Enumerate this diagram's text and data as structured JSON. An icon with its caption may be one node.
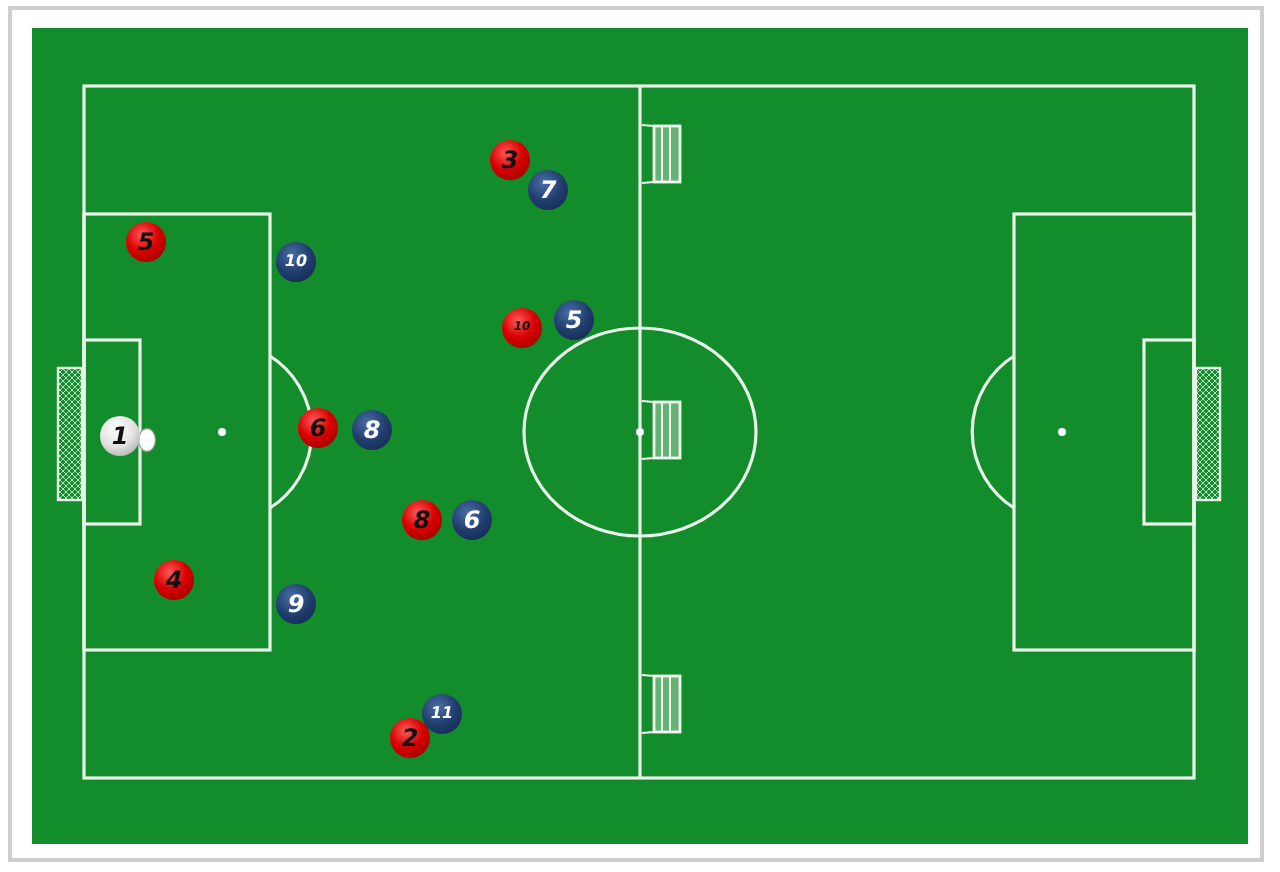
{
  "diagram": {
    "nodes": [
      {
        "text": [
          "3"
        ]
      },
      {
        "text": [
          "7"
        ]
      },
      {
        "text": [
          "5"
        ]
      },
      {
        "text": [
          "10"
        ]
      },
      {
        "text": [
          "10"
        ]
      },
      {
        "text": [
          "5"
        ]
      },
      {
        "text": [
          "1"
        ]
      },
      {
        "text": [
          "6"
        ]
      },
      {
        "text": [
          "8"
        ]
      },
      {
        "text": [
          "8"
        ]
      },
      {
        "text": [
          "6"
        ]
      },
      {
        "text": [
          "4"
        ]
      },
      {
        "text": [
          "9"
        ]
      },
      {
        "text": [
          "11"
        ]
      },
      {
        "text": [
          "2"
        ]
      }
    ]
  }
}
